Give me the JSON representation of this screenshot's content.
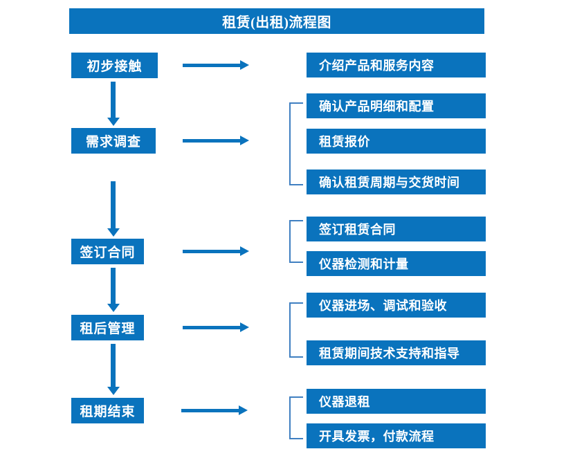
{
  "diagram": {
    "title": "租赁(出租)流程图",
    "accent_color": "#0a73bd",
    "bracket_color": "#3f7fc1",
    "text_color": "#ffffff",
    "background_color": "#ffffff",
    "stages": [
      {
        "label": "初步接触"
      },
      {
        "label": "需求调查"
      },
      {
        "label": "签订合同"
      },
      {
        "label": "租后管理"
      },
      {
        "label": "租期结束"
      }
    ],
    "details": [
      {
        "label": "介绍产品和服务内容"
      },
      {
        "label": "确认产品明细和配置"
      },
      {
        "label": "租赁报价"
      },
      {
        "label": "确认租赁周期与交货时间"
      },
      {
        "label": "签订租赁合同"
      },
      {
        "label": "仪器检测和计量"
      },
      {
        "label": "仪器进场、调试和验收"
      },
      {
        "label": "租赁期间技术支持和指导"
      },
      {
        "label": "仪器退租"
      },
      {
        "label": "开具发票，付款流程"
      }
    ],
    "groups": [
      {
        "stage": "需求调查",
        "items": [
          "确认产品明细和配置",
          "租赁报价",
          "确认租赁周期与交货时间"
        ]
      },
      {
        "stage": "签订合同",
        "items": [
          "签订租赁合同",
          "仪器检测和计量"
        ]
      },
      {
        "stage": "租后管理",
        "items": [
          "仪器进场、调试和验收",
          "租赁期间技术支持和指导"
        ]
      },
      {
        "stage": "租期结束",
        "items": [
          "仪器退租",
          "开具发票，付款流程"
        ]
      }
    ]
  }
}
